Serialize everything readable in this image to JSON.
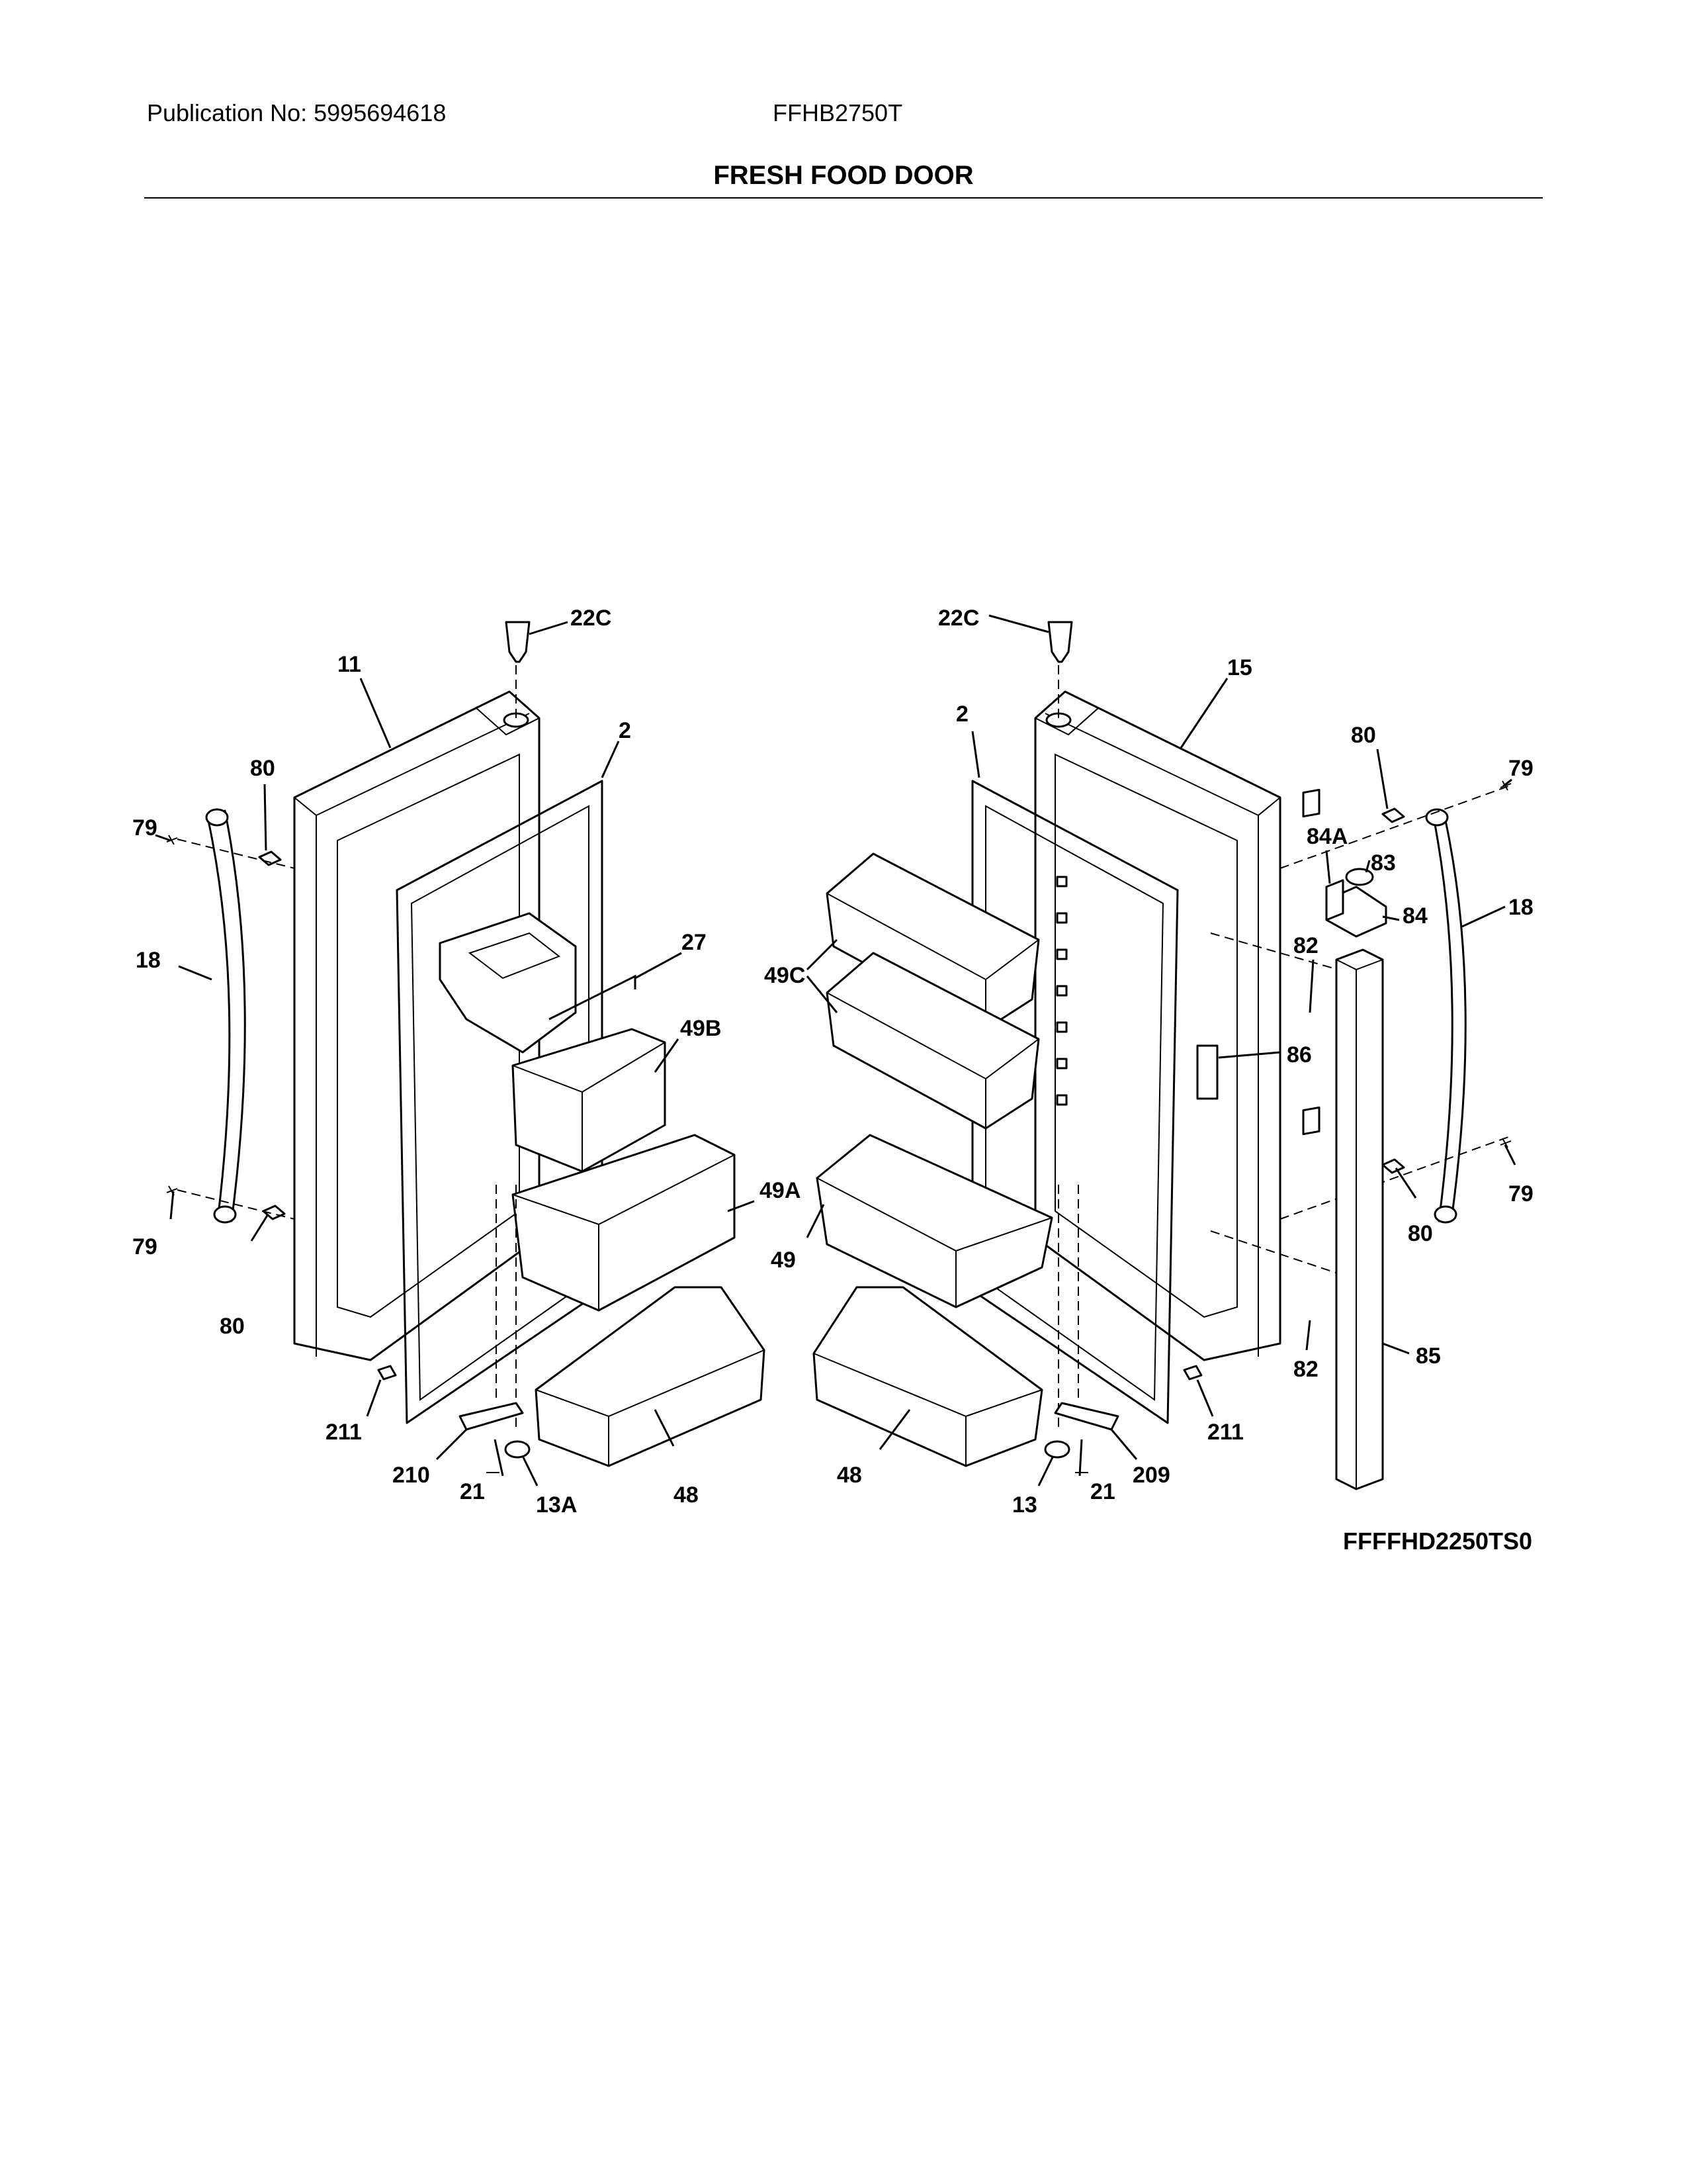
{
  "header": {
    "publication": "Publication No: 5995694618",
    "model": "FFHB2750T",
    "title": "FRESH FOOD DOOR"
  },
  "figure_id": "FFFFHD2250TS0",
  "callouts": {
    "c22c_left": "22C",
    "c22c_right": "22C",
    "c11": "11",
    "c15": "15",
    "c2_left": "2",
    "c2_right": "2",
    "c80_tl": "80",
    "c80_tr": "80",
    "c80_bl": "80",
    "c80_br": "80",
    "c79_tl": "79",
    "c79_tr": "79",
    "c79_bl": "79",
    "c79_br": "79",
    "c18_left": "18",
    "c18_right": "18",
    "c27": "27",
    "c49b": "49B",
    "c49a": "49A",
    "c49c": "49C",
    "c49": "49",
    "c48_left": "48",
    "c48_right": "48",
    "c84a": "84A",
    "c83": "83",
    "c84": "84",
    "c82_top": "82",
    "c82_bottom": "82",
    "c86": "86",
    "c85": "85",
    "c211_left": "211",
    "c211_right": "211",
    "c210": "210",
    "c209": "209",
    "c21_left": "21",
    "c21_right": "21",
    "c13a": "13A",
    "c13": "13"
  }
}
